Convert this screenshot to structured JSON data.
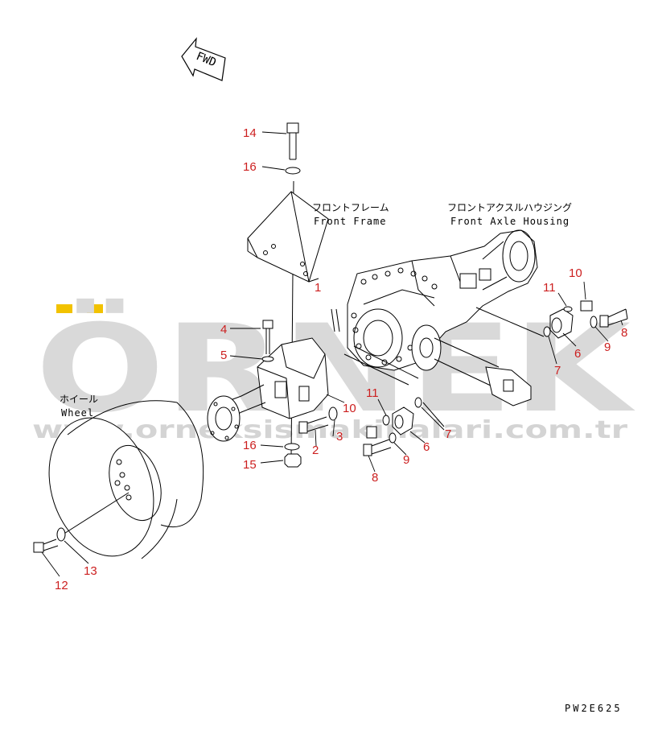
{
  "colors": {
    "line": "#000000",
    "callout": "#cc1f1f",
    "watermark": "#d9d9d9",
    "watermark_accent": "#f2c200"
  },
  "direction_arrow": {
    "label": "FWD"
  },
  "watermark": {
    "brand": "ÖRNEK",
    "url": "www.orneksismakinalari.com.tr"
  },
  "captions": {
    "front_frame_jp": "フロントフレーム",
    "front_frame_en": "Front Frame",
    "front_axle_housing_jp": "フロントアクスルハウジング",
    "front_axle_housing_en": "Front Axle Housing",
    "wheel_jp": "ホイール",
    "wheel_en": "Wheel"
  },
  "drawing_code": "PW2E625",
  "callouts": [
    {
      "id": "c14",
      "label": "14"
    },
    {
      "id": "c16a",
      "label": "16"
    },
    {
      "id": "c1",
      "label": "1"
    },
    {
      "id": "c4",
      "label": "4"
    },
    {
      "id": "c5",
      "label": "5"
    },
    {
      "id": "c10a",
      "label": "10"
    },
    {
      "id": "c11a",
      "label": "11"
    },
    {
      "id": "c8a",
      "label": "8"
    },
    {
      "id": "c6a",
      "label": "6"
    },
    {
      "id": "c9a",
      "label": "9"
    },
    {
      "id": "c7a",
      "label": "7"
    },
    {
      "id": "c10b",
      "label": "10"
    },
    {
      "id": "c11b",
      "label": "11"
    },
    {
      "id": "c3",
      "label": "3"
    },
    {
      "id": "c2",
      "label": "2"
    },
    {
      "id": "c7b",
      "label": "7"
    },
    {
      "id": "c6b",
      "label": "6"
    },
    {
      "id": "c9b",
      "label": "9"
    },
    {
      "id": "c8b",
      "label": "8"
    },
    {
      "id": "c16b",
      "label": "16"
    },
    {
      "id": "c15",
      "label": "15"
    },
    {
      "id": "c12",
      "label": "12"
    },
    {
      "id": "c13",
      "label": "13"
    }
  ]
}
